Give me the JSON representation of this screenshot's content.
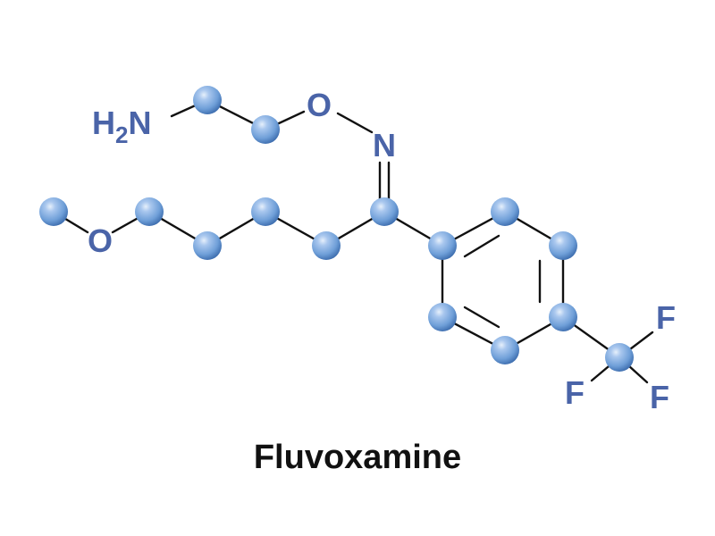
{
  "title": "Fluvoxamine",
  "atom_labels": {
    "amine_h": "H",
    "amine_sub": "2",
    "amine_n": "N",
    "oxime_o": "O",
    "oxime_n": "N",
    "ether_o": "O",
    "f1": "F",
    "f2": "F",
    "f3": "F"
  },
  "colors": {
    "atom_label": "#4a64a8",
    "sphere": "#6f9fd8",
    "bond": "#111111",
    "title": "#111111"
  }
}
